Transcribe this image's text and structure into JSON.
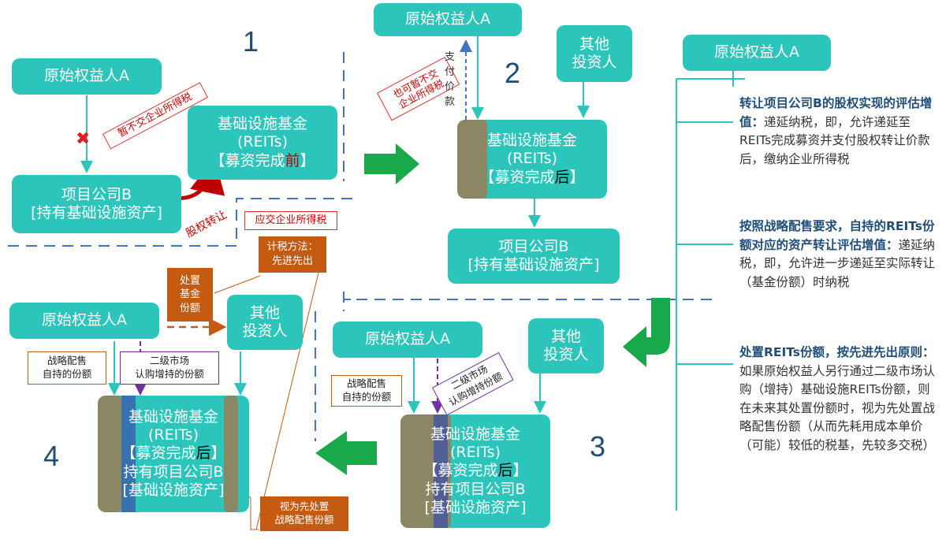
{
  "colors": {
    "teal": "#2cc5bb",
    "navy": "#1f4d78",
    "orange": "#c55a11",
    "purple": "#7030a0",
    "green": "#19a84a",
    "red_label": "#cc0000"
  },
  "section_numbers": [
    "1",
    "2",
    "3",
    "4"
  ],
  "s1": {
    "originator": "原始权益人A",
    "no_tax_label": "暂不交企业所得税",
    "x_mark": "✖",
    "fund_line1": "基础设施基金",
    "fund_line2": "(REITs)",
    "fund_line3_a": "【募资完成",
    "fund_line3_b": "前",
    "fund_line3_c": "】",
    "project_line1": "项目公司B",
    "project_line2": "[持有基础设施资产]",
    "equity_transfer": "股权转让"
  },
  "s2": {
    "originator": "原始权益人A",
    "no_tax_label_line1": "也可暂不交",
    "no_tax_label_line2": "企业所得税",
    "pay_label": "支付价款",
    "investors_line1": "其他",
    "investors_line2": "投资人",
    "fund_line1": "基础设施基金",
    "fund_line2": "(REITs)",
    "fund_line3_a": "【募资完成",
    "fund_line3_b": "后",
    "fund_line3_c": "】",
    "project_line1": "项目公司B",
    "project_line2": "[持有基础设施资产]"
  },
  "s3": {
    "originator": "原始权益人A",
    "strategic_line1": "战略配售",
    "strategic_line2": "自持的份额",
    "secondary_line1": "二级市场",
    "secondary_line2": "认购增持份额",
    "investors_line1": "其他",
    "investors_line2": "投资人",
    "fund_line1": "基础设施基金",
    "fund_line2": "(REITs)",
    "fund_line3_a": "【募资完成",
    "fund_line3_b": "后",
    "fund_line3_c": "】",
    "fund_line4": "持有项目公司B",
    "fund_line5": "[基础设施资产]"
  },
  "s4": {
    "tax_due_label": "应交企业所得税",
    "method_line1": "计税方法：",
    "method_line2": "先进先出",
    "dispose_line1": "处置",
    "dispose_line2": "基金",
    "dispose_line3": "份额",
    "originator": "原始权益人A",
    "investors_line1": "其他",
    "investors_line2": "投资人",
    "strategic_line1": "战略配售",
    "strategic_line2": "自持的份额",
    "secondary_line1": "二级市场",
    "secondary_line2": "认购增持的份额",
    "fund_line1": "基础设施基金",
    "fund_line2": "(REITs)",
    "fund_line3_a": "【募资完成",
    "fund_line3_b": "后",
    "fund_line3_c": "】",
    "fund_line4": "持有项目公司B",
    "fund_line5": "[基础设施资产]",
    "deemed_line1": "视为先处置",
    "deemed_line2": "战略配售份额"
  },
  "notes": {
    "header": "原始权益人A",
    "n1_bold": "转让项目公司B的股权实现的评估增值：",
    "n1_text": "递延纳税，即，允许递延至REITs完成募资并支付股权转让价款后，缴纳企业所得税",
    "n2_bold": "按照战略配售要求，自持的REITs份额对应的资产转让评估增值：",
    "n2_text": "递延纳税，即，允许进一步递延至实际转让（基金份额）时纳税",
    "n3_bold": "处置REITs份额，按先进先出原则：",
    "n3_text": "如果原始权益人另行通过二级市场认购（增持）基础设施REITs份额，则在未来其处置份额时，视为先处置战略配售份额（从而先耗用成本单价（可能）较低的税基，先较多交税）"
  }
}
